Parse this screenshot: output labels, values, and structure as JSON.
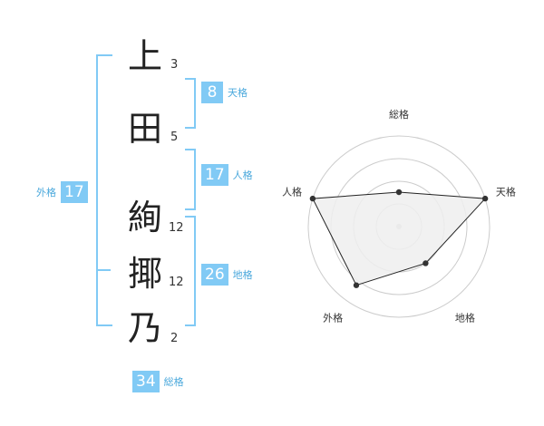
{
  "name": {
    "chars": [
      {
        "char": "上",
        "strokes": "3"
      },
      {
        "char": "田",
        "strokes": "5"
      },
      {
        "char": "絢",
        "strokes": "12"
      },
      {
        "char": "揶",
        "strokes": "12"
      },
      {
        "char": "乃",
        "strokes": "2"
      }
    ]
  },
  "kakusu": {
    "tenkaku": {
      "value": "8",
      "label": "天格"
    },
    "jinkaku": {
      "value": "17",
      "label": "人格"
    },
    "chikaku": {
      "value": "26",
      "label": "地格"
    },
    "gaikaku": {
      "value": "17",
      "label": "外格"
    },
    "soukaku": {
      "value": "34",
      "label": "総格"
    }
  },
  "chart_data": {
    "type": "radar",
    "axes": [
      "総格",
      "天格",
      "地格",
      "外格",
      "人格"
    ],
    "values": [
      0.38,
      1.0,
      0.5,
      0.8,
      1.0
    ],
    "max": 1.0,
    "rings": 4,
    "colors": {
      "fill": "#eeeeee",
      "line": "#222222",
      "grid": "#cccccc",
      "accent": "#81caf5"
    }
  }
}
